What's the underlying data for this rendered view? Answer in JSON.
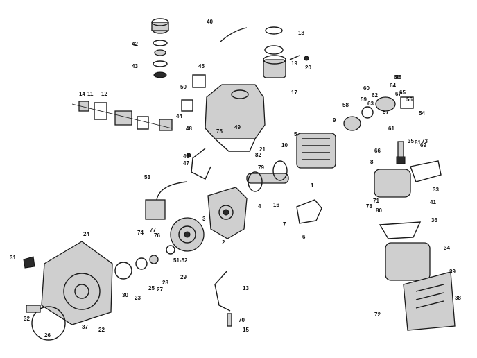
{
  "callouts": [
    "1",
    "2",
    "3",
    "4",
    "5",
    "6",
    "7",
    "8",
    "9",
    "10",
    "11",
    "12",
    "13",
    "14",
    "15",
    "16",
    "17",
    "18",
    "19",
    "20",
    "21",
    "22",
    "23",
    "24",
    "25",
    "26",
    "27",
    "28",
    "29",
    "30",
    "31",
    "32",
    "33",
    "34",
    "35",
    "36",
    "37",
    "38",
    "39",
    "40",
    "41",
    "42",
    "43",
    "44",
    "45",
    "46",
    "47",
    "48",
    "49",
    "50",
    "51-52",
    "53",
    "54",
    "55",
    "56",
    "57",
    "58",
    "59",
    "60",
    "61",
    "62",
    "63",
    "64",
    "65",
    "66",
    "67",
    "68",
    "69",
    "70",
    "71",
    "72",
    "73",
    "74",
    "75",
    "76",
    "77",
    "78",
    "79",
    "80",
    "81",
    "82"
  ]
}
